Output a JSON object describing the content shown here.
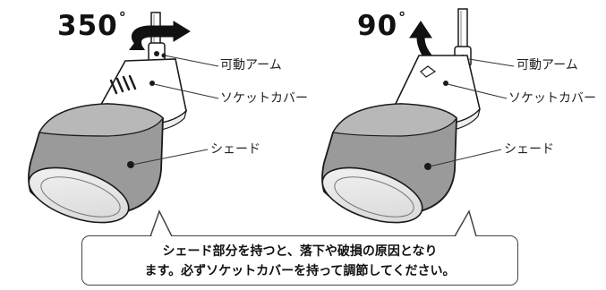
{
  "left_view": {
    "angle": "350",
    "degree_symbol": "°",
    "labels": {
      "arm": "可動アーム",
      "socket_cover": "ソケットカバー",
      "shade": "シェード"
    }
  },
  "right_view": {
    "angle": "90",
    "degree_symbol": "°",
    "labels": {
      "arm": "可動アーム",
      "socket_cover": "ソケットカバー",
      "shade": "シェード"
    }
  },
  "warning": {
    "line1": "シェード部分を持つと、落下や破損の原因となり",
    "line2": "ます。必ずソケットカバーを持って調節してください。"
  },
  "colors": {
    "shade_fill": "#9a9a9a",
    "shade_top": "#b8b8b8",
    "outline": "#1a1a1a",
    "arrow": "#111111"
  }
}
